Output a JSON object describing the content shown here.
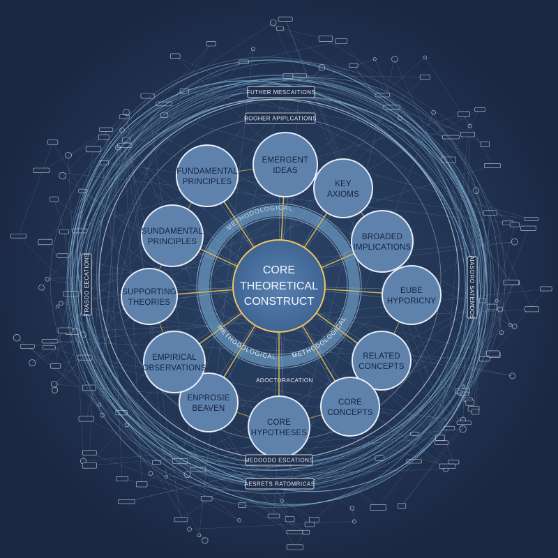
{
  "core": {
    "lines": [
      "CORE",
      "THEORETICAL",
      "CONSTRUCT"
    ]
  },
  "nodes": [
    {
      "id": "emergent-ideas",
      "lines": [
        "EMERGENT",
        "IDEAS"
      ]
    },
    {
      "id": "key-axioms",
      "lines": [
        "KEY",
        "AXIOMS"
      ]
    },
    {
      "id": "broaded-implications",
      "lines": [
        "BROADED",
        "IMPLICATIONS"
      ]
    },
    {
      "id": "eube-hyporicny",
      "lines": [
        "EUBE",
        "HYPORICNY"
      ]
    },
    {
      "id": "related-concepts",
      "lines": [
        "RELATED",
        "CONCEPTS"
      ]
    },
    {
      "id": "core-concepts",
      "lines": [
        "CORE",
        "CONCEPTS"
      ]
    },
    {
      "id": "core-hypotheses",
      "lines": [
        "CORE",
        "HYPOTHESES"
      ]
    },
    {
      "id": "enprosie-beaven",
      "lines": [
        "ENPROSIE",
        "BEAVEN"
      ]
    },
    {
      "id": "empirical-observations",
      "lines": [
        "EMPIRICAL",
        "OBSERVATIONS"
      ]
    },
    {
      "id": "supporting-theories",
      "lines": [
        "SUPPORTING",
        "THEORIES"
      ]
    },
    {
      "id": "sundamental-principles",
      "lines": [
        "SUNDAMENTAL",
        "PRINCIPLES"
      ]
    },
    {
      "id": "fundamental-principles",
      "lines": [
        "FUNDAMENTAL",
        "PRINCIPLES"
      ]
    }
  ],
  "ring_labels": {
    "top_outer": "FUTHER MESCAITIONS",
    "top_inner": "ROOHER APIPLCATIONS",
    "bottom_inner": "MEDOODO ESCATIONS",
    "bottom_outer": "AESRETS RATOMRICAS",
    "left": "TRASOO EECATIONS",
    "right": "AIASORO SATEMDOS",
    "methodological_band": "METHODOLOGICAL",
    "methodological_band_2": "METHODOLOGICAL",
    "band_small": "METHODOLOGICAL",
    "band_sub": "ADOCTORACATION"
  },
  "colors": {
    "background": "#1f2f4c",
    "node_fill": "#5f82ac",
    "node_stroke": "#e7eef8",
    "core_fill": "#476c9b",
    "core_stroke": "#f0c860",
    "spoke": "#e0b43c",
    "ring": "#8fc3e8"
  }
}
